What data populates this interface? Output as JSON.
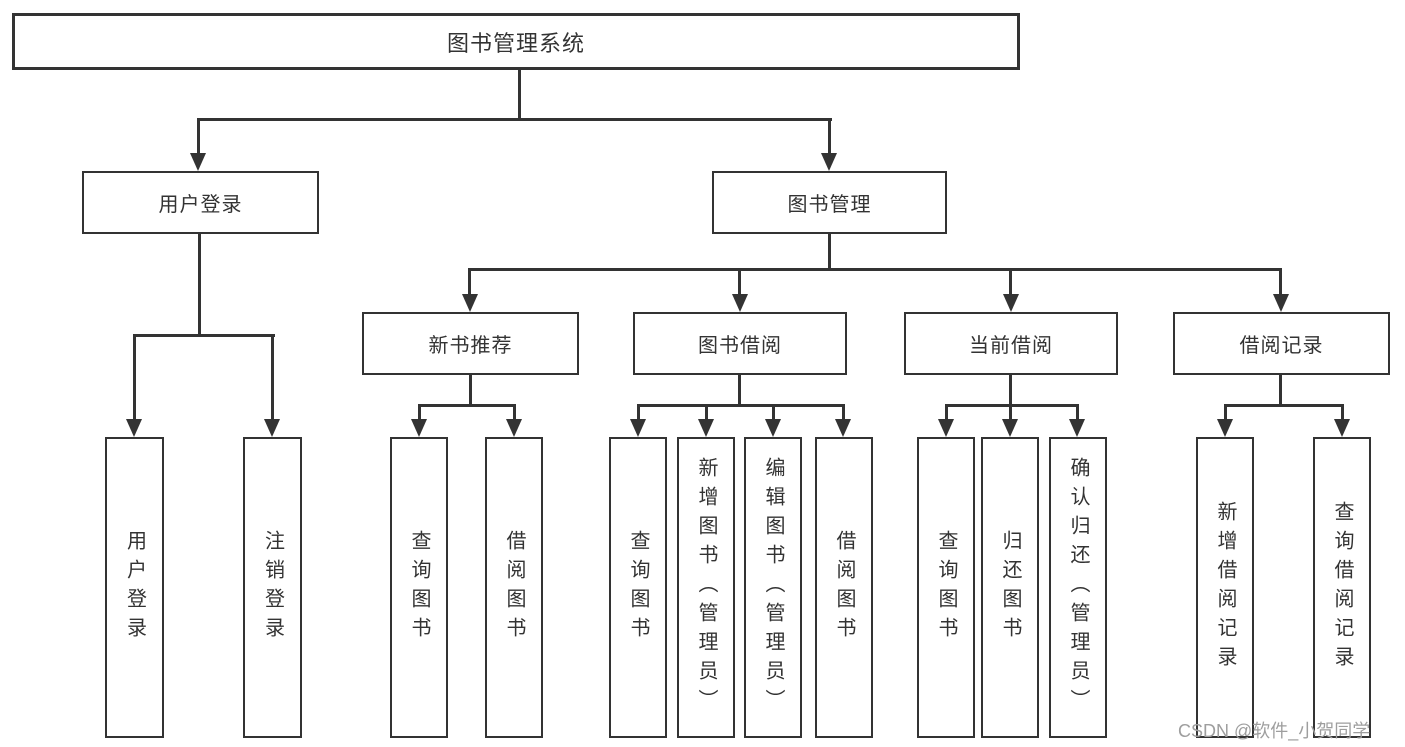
{
  "tree": {
    "root": "图书管理系统",
    "branches": [
      {
        "label": "用户登录",
        "children": [
          "用户登录",
          "注销登录"
        ]
      },
      {
        "label": "图书管理",
        "sections": [
          {
            "label": "新书推荐",
            "children": [
              "查询图书",
              "借阅图书"
            ]
          },
          {
            "label": "图书借阅",
            "children": [
              "查询图书",
              "新增图书（管理员）",
              "编辑图书（管理员）",
              "借阅图书"
            ]
          },
          {
            "label": "当前借阅",
            "children": [
              "查询图书",
              "归还图书",
              "确认归还（管理员）"
            ]
          },
          {
            "label": "借阅记录",
            "children": [
              "新增借阅记录",
              "查询借阅记录"
            ]
          }
        ]
      }
    ]
  },
  "watermark": {
    "text": "CSDN @软件_小贺同学"
  },
  "colors": {
    "line": "#333333",
    "node_border": "#333333",
    "node_background": "#ffffff",
    "text": "#333333",
    "watermark": "#9e9e9e"
  }
}
